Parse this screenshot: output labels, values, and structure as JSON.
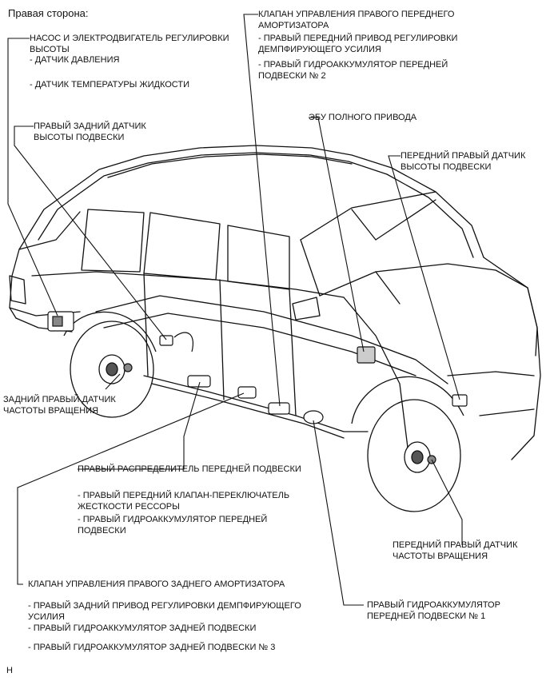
{
  "title": "Правая сторона:",
  "labels": {
    "pump": "НАСОС И ЭЛЕКТРОДВИГАТЕЛЬ РЕГУЛИРОВКИ\nВЫСОТЫ",
    "pressure": "- ДАТЧИК ДАВЛЕНИЯ",
    "fluid_temp": "- ДАТЧИК ТЕМПЕРАТУРЫ ЖИДКОСТИ",
    "rear_height": "ПРАВЫЙ ЗАДНИЙ ДАТЧИК\nВЫСОТЫ ПОДВЕСКИ",
    "front_valve": "КЛАПАН УПРАВЛЕНИЯ ПРАВОГО ПЕРЕДНЕГО\nАМОРТИЗАТОРА",
    "front_actuator": "- ПРАВЫЙ ПЕРЕДНИЙ ПРИВОД РЕГУЛИРОВКИ\nДЕМПФИРУЮЩЕГО УСИЛИЯ",
    "front_accum2": "- ПРАВЫЙ ГИДРОАККУМУЛЯТОР ПЕРЕДНЕЙ\nПОДВЕСКИ № 2",
    "ecu": "ЭБУ ПОЛНОГО ПРИВОДА",
    "front_height": "ПЕРЕДНИЙ ПРАВЫЙ ДАТЧИК\nВЫСОТЫ ПОДВЕСКИ",
    "rear_speed": "ЗАДНИЙ ПРАВЫЙ ДАТЧИК\nЧАСТОТЫ ВРАЩЕНИЯ",
    "front_distributor": "ПРАВЫЙ РАСПРЕДЕЛИТЕЛЬ ПЕРЕДНЕЙ ПОДВЕСКИ",
    "stiffness_valve": "- ПРАВЫЙ ПЕРЕДНИЙ КЛАПАН-ПЕРЕКЛЮЧАТЕЛЬ\nЖЕСТКОСТИ РЕССОРЫ",
    "front_accum": "- ПРАВЫЙ ГИДРОАККУМУЛЯТОР ПЕРЕДНЕЙ\nПОДВЕСКИ",
    "front_speed": "ПЕРЕДНИЙ ПРАВЫЙ ДАТЧИК\nЧАСТОТЫ ВРАЩЕНИЯ",
    "rear_valve": "КЛАПАН УПРАВЛЕНИЯ ПРАВОГО ЗАДНЕГО АМОРТИЗАТОРА",
    "rear_actuator": "- ПРАВЫЙ ЗАДНИЙ ПРИВОД РЕГУЛИРОВКИ ДЕМПФИРУЮЩЕГО\nУСИЛИЯ",
    "rear_accum": "- ПРАВЫЙ ГИДРОАККУМУЛЯТОР ЗАДНЕЙ ПОДВЕСКИ",
    "rear_accum3": "- ПРАВЫЙ ГИДРОАККУМУЛЯТОР ЗАДНЕЙ ПОДВЕСКИ № 3",
    "front_accum1": "ПРАВЫЙ ГИДРОАККУМУЛЯТОР\nПЕРЕДНЕЙ ПОДВЕСКИ № 1"
  },
  "footer_code": "H"
}
